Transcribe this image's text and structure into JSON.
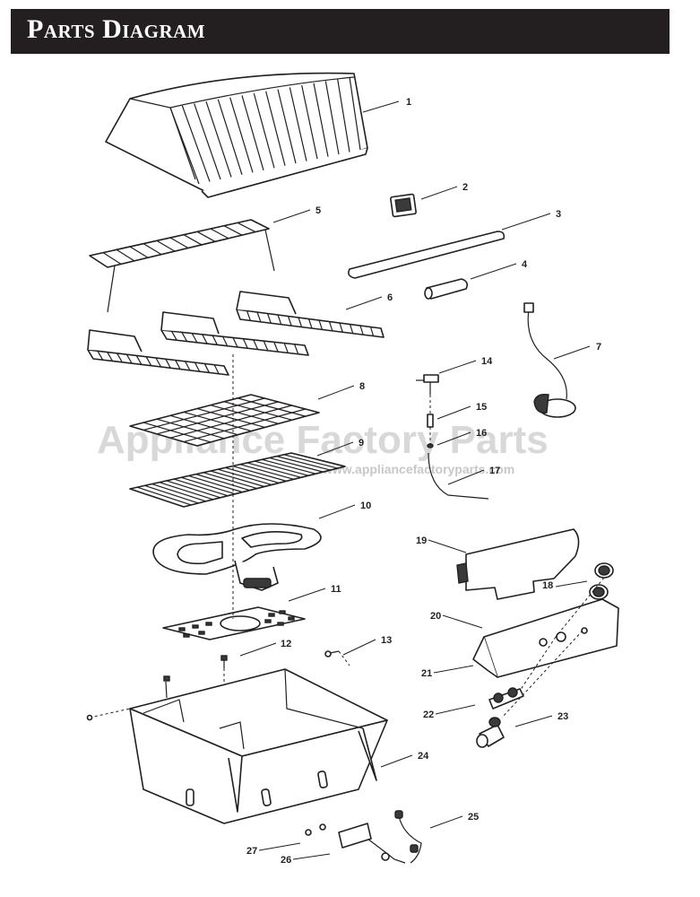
{
  "header": {
    "title": "Parts Diagram"
  },
  "watermark": {
    "main": "Appliance Factory Parts",
    "url": "www.appliancefactoryparts.com"
  },
  "callouts": [
    "1",
    "2",
    "3",
    "4",
    "5",
    "6",
    "7",
    "8",
    "9",
    "10",
    "11",
    "12",
    "13",
    "14",
    "15",
    "16",
    "17",
    "18",
    "19",
    "20",
    "21",
    "22",
    "23",
    "24",
    "25",
    "26",
    "27"
  ],
  "colors": {
    "header_bg": "#231f20",
    "header_text": "#ffffff",
    "line": "#231f20",
    "watermark": "#d8d8d8"
  }
}
